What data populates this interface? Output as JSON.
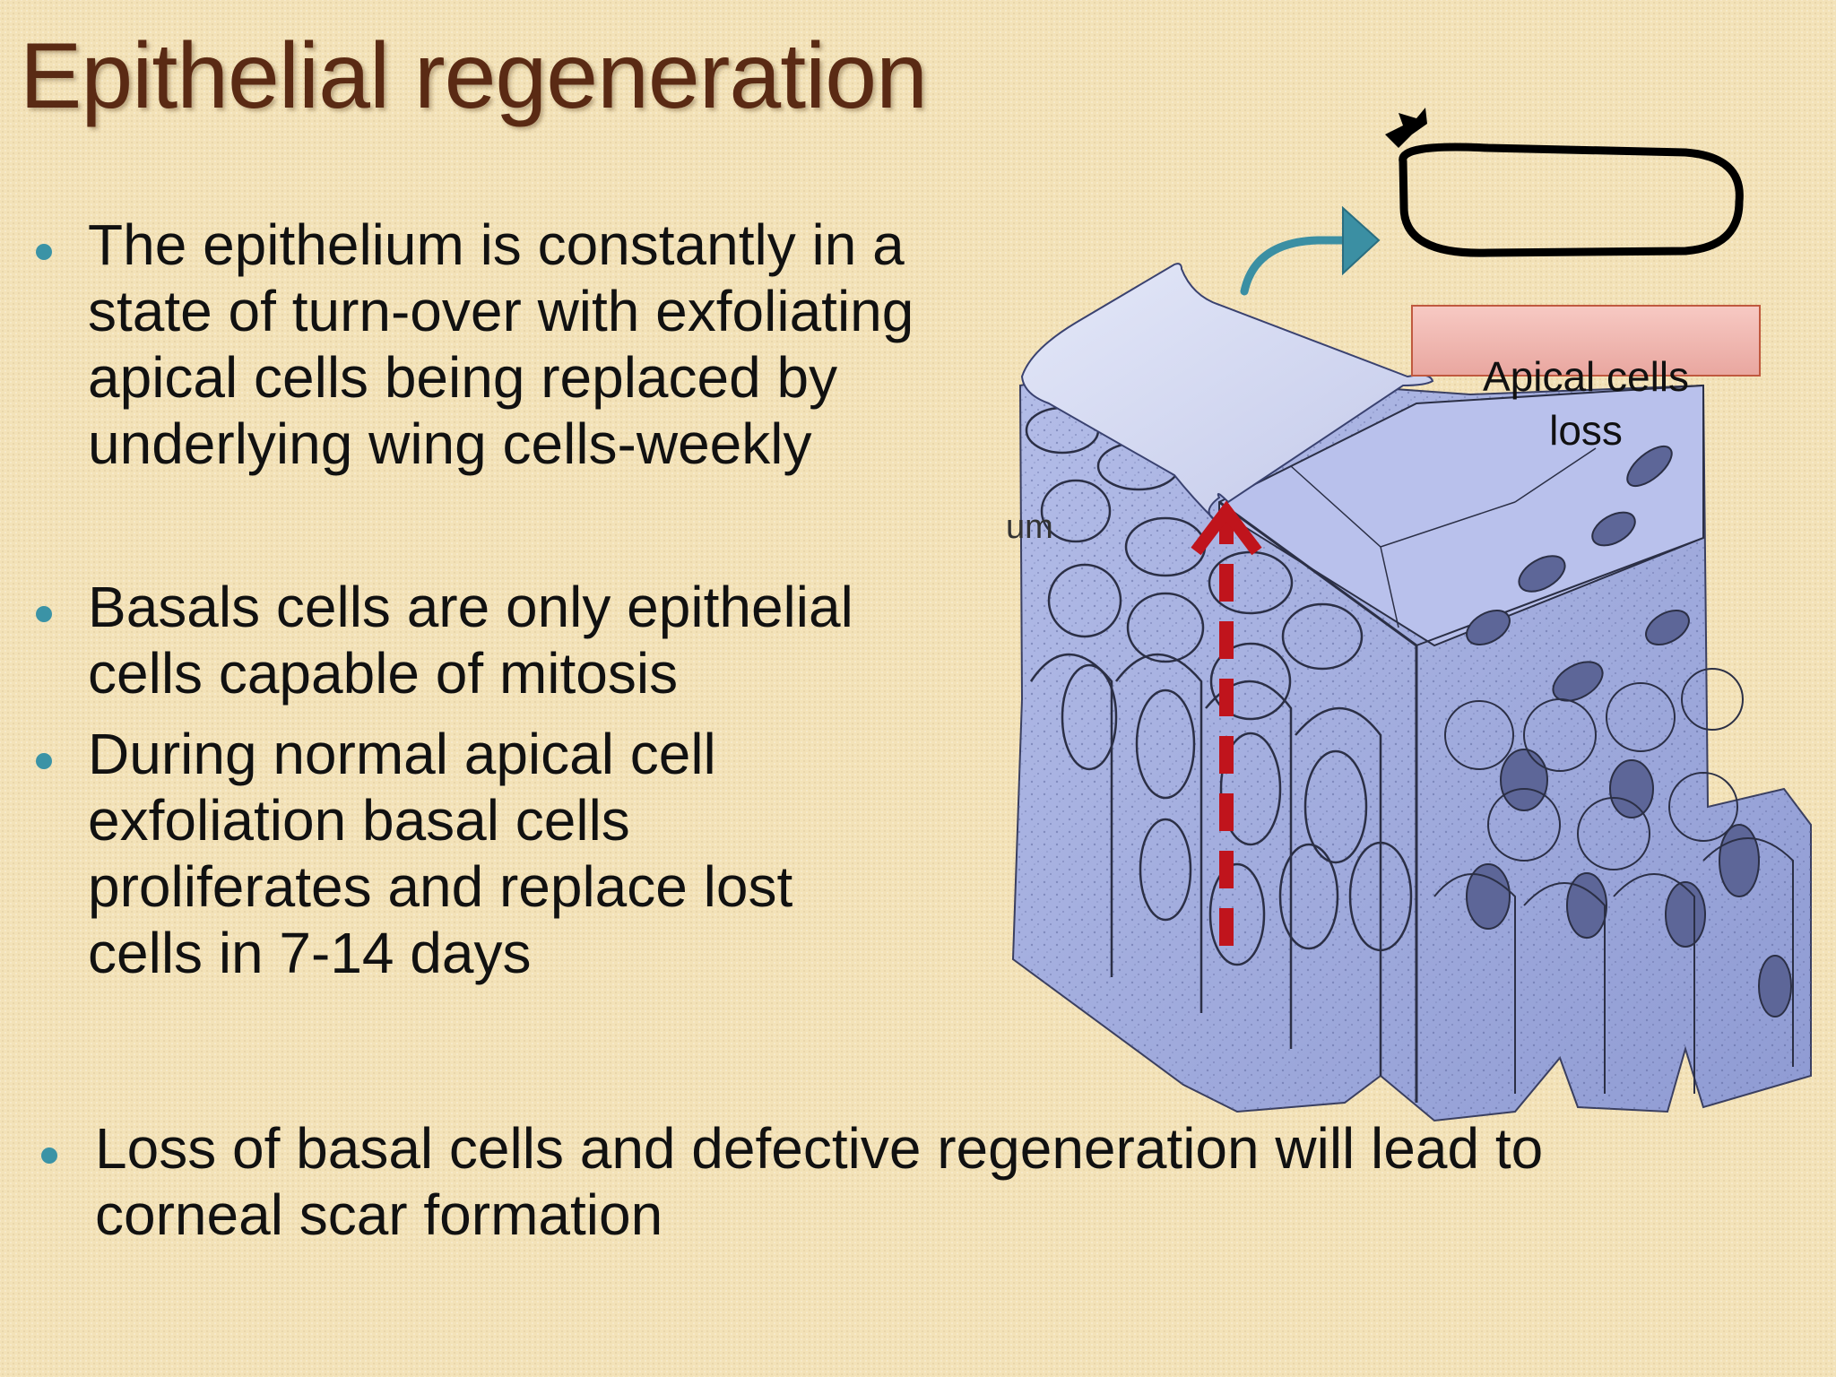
{
  "slide": {
    "title": "Epithelial regeneration",
    "bullets": [
      "The epithelium is constantly in a\nstate of turn-over with exfoliating\napical cells being replaced by\nunderlying wing cells-weekly",
      "Basals cells are only epithelial\ncells capable of mitosis",
      "During normal apical cell\nexfoliation basal cells\nproliferates and replace lost\ncells in 7-14 days",
      "Loss of basal cells and defective regeneration will lead to\ncorneal scar formation"
    ],
    "bullet_color": "#3b93a6",
    "title_color": "#5a2a14"
  },
  "diagram": {
    "callout_label": "Apical cells\nloss",
    "partial_label": "um",
    "colors": {
      "tissue": "#a9b3e0",
      "tissue_dark": "#7d88c4",
      "outline": "#2b2f45",
      "peeling_cell": "#d5daf2",
      "upward_arrow": "#c0141c",
      "curved_arrow": "#3b8fa3",
      "callout_fill": "#f2b8b2",
      "callout_border": "#c0593f"
    },
    "icons": [
      "peeling-cell-icon",
      "curved-arrow-icon",
      "dashed-up-arrow-icon",
      "hand-drawn-oval-icon"
    ]
  }
}
